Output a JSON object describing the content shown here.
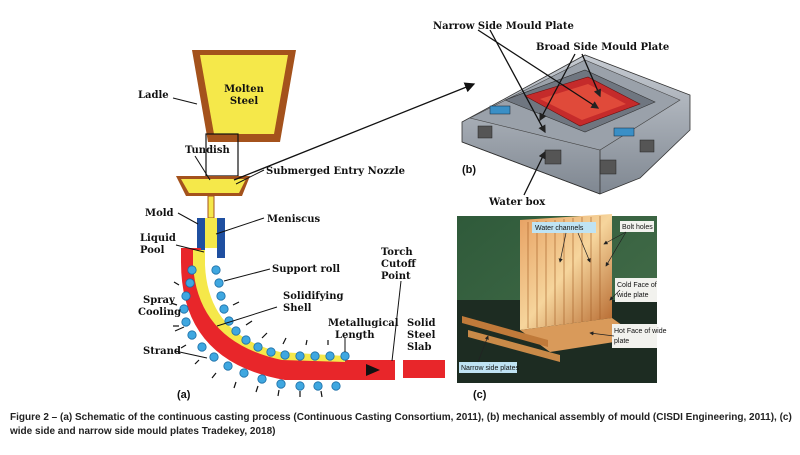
{
  "panel_a": {
    "ladle": "Ladle",
    "molten_steel": [
      "Molten",
      "Steel"
    ],
    "tundish": "Tundish",
    "submerged_entry_nozzle": "Submerged Entry Nozzle",
    "mold": "Mold",
    "meniscus": "Meniscus",
    "liquid_pool": [
      "Liquid",
      "Pool"
    ],
    "support_roll": "Support roll",
    "torch_cutoff_point": [
      "Torch",
      "Cutoff",
      "Point"
    ],
    "solidifying_shell": [
      "Solidifying",
      "Shell"
    ],
    "spray_cooling": [
      "Spray",
      "Cooling"
    ],
    "metallurgical_length": [
      "Metallugical",
      "Length"
    ],
    "solid_steel_slab": [
      "Solid",
      "Steel",
      "Slab"
    ],
    "strand": "Strand",
    "label": "(a)"
  },
  "panel_b": {
    "narrow_side_mould_plate": "Narrow Side Mould Plate",
    "broad_side_mould_plate": "Broad Side Mould Plate",
    "water_box": "Water box",
    "label": "(b)"
  },
  "panel_c": {
    "water_channels": "Water channels",
    "bolt_holes": "Bolt holes",
    "cold_face": [
      "Cold Face of",
      "wide plate"
    ],
    "hot_face": [
      "Hot Face of wide",
      "plate"
    ],
    "narrow_side_plates": "Narrow side plates",
    "label": "(c)"
  },
  "caption": "Figure 2 – (a) Schematic of the continuous casting process (Continuous Casting Consortium, 2011), (b) mechanical assembly of mould (CISDI Engineering, 2011), (c) wide side and narrow side mould plates Tradekey, 2018)",
  "colors": {
    "steel": "#f5e84a",
    "ladle_wall": "#a4521c",
    "strand_red": "#e8262a",
    "roll_blue": "#3fa7e0",
    "mold_blue": "#1f4fa0",
    "copper": "#c87a3c"
  }
}
